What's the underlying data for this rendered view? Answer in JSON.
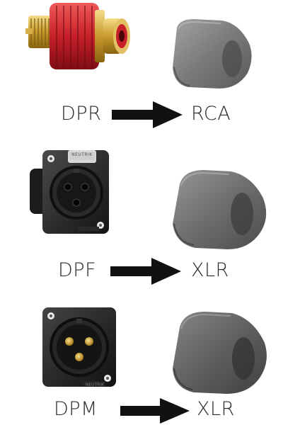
{
  "rows": [
    {
      "source": "DPR",
      "target": "RCA"
    },
    {
      "source": "DPF",
      "target": "XLR"
    },
    {
      "source": "DPM",
      "target": "XLR"
    }
  ],
  "badges": {
    "dpf_plate": "NEUTRIK",
    "dpm_plate": "NEUTRIK"
  }
}
